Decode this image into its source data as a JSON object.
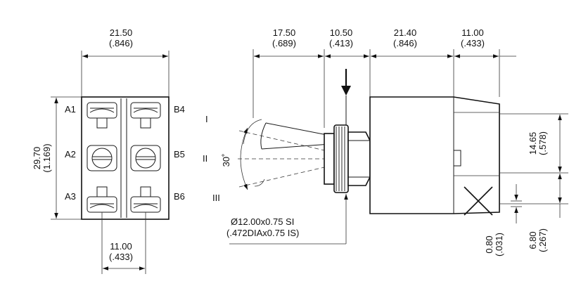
{
  "front_view": {
    "width_dim": {
      "mm": "21.50",
      "inch": "(.846)"
    },
    "height_dim": {
      "mm": "29.70",
      "inch": "(1.169)"
    },
    "pitch_dim": {
      "mm": "11.00",
      "inch": "(.433)"
    },
    "terminals_left": [
      "A1",
      "A2",
      "A3"
    ],
    "terminals_right": [
      "B4",
      "B5",
      "B6"
    ]
  },
  "side_view": {
    "top_dims": [
      {
        "mm": "17.50",
        "inch": "(.689)"
      },
      {
        "mm": "10.50",
        "inch": "(.413)"
      },
      {
        "mm": "21.40",
        "inch": "(.846)"
      },
      {
        "mm": "11.00",
        "inch": "(.433)"
      }
    ],
    "positions": [
      "I",
      "II",
      "III"
    ],
    "angle": "30˚",
    "thread": {
      "metric": "Ø12.00x0.75 SI",
      "imperial": "(.472DIAx0.75 IS)"
    },
    "right_dims": [
      {
        "mm": "14.65",
        "inch": "(.578)"
      },
      {
        "mm": "6.80",
        "inch": "(.267)"
      }
    ],
    "bottom_dim": {
      "mm": "0.80",
      "inch": "(.031)"
    }
  }
}
